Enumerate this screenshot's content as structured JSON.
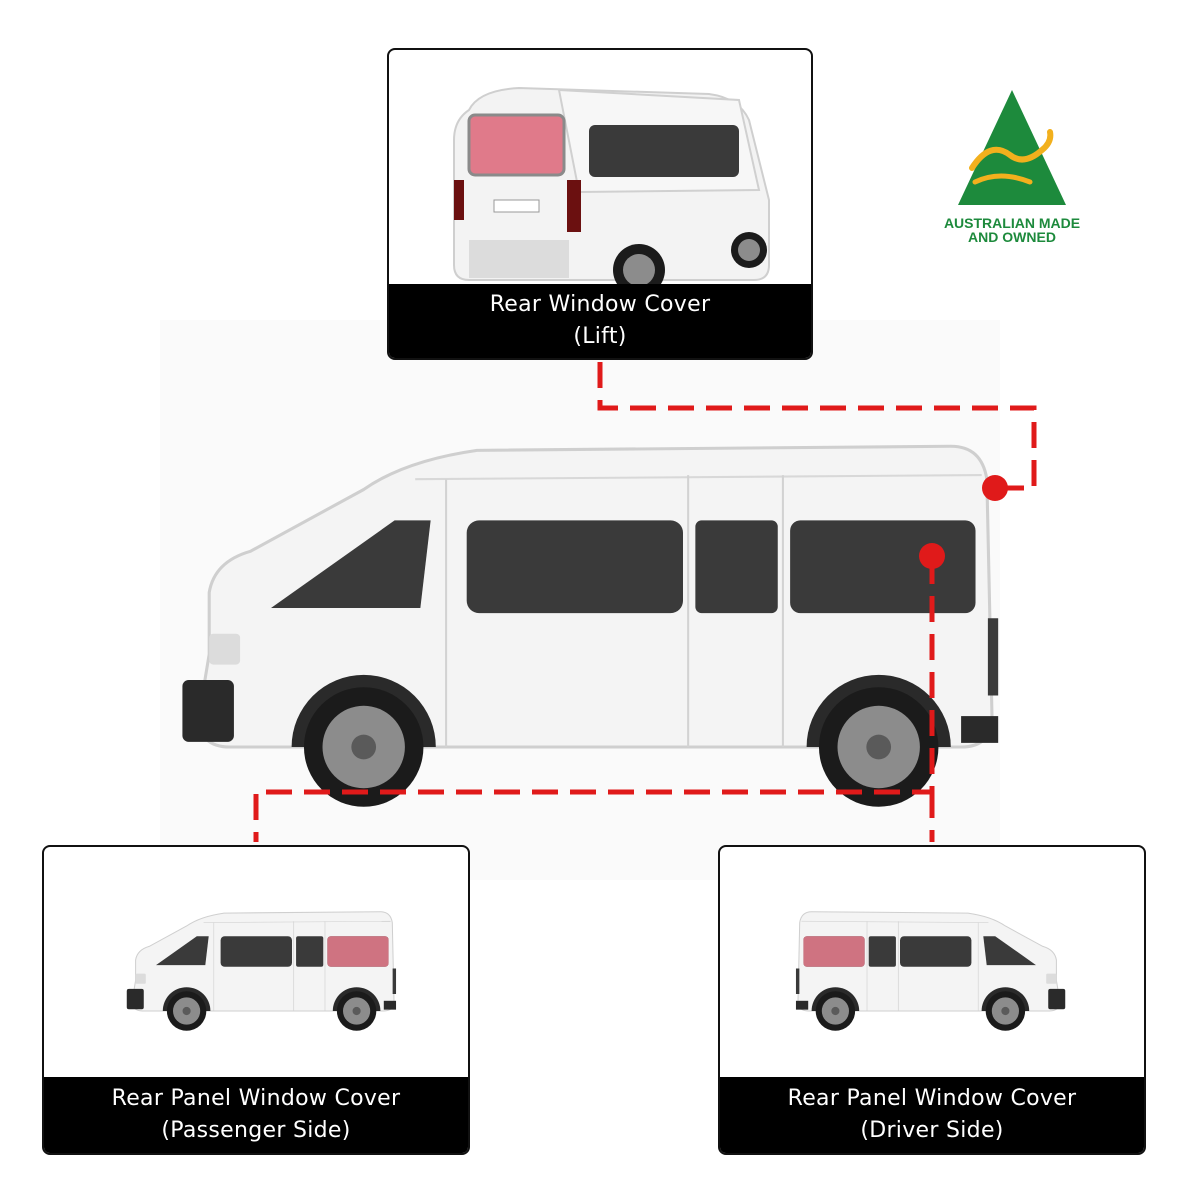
{
  "cards": {
    "rear": {
      "line1": "Rear Window Cover",
      "line2": "(Lift)"
    },
    "passenger": {
      "line1": "Rear Panel Window Cover",
      "line2": "(Passenger Side)"
    },
    "driver": {
      "line1": "Rear Panel Window Cover",
      "line2": "(Driver Side)"
    }
  },
  "logo": {
    "line1": "AUSTRALIAN MADE",
    "line2": "AND OWNED"
  },
  "colors": {
    "accent_red": "#e01a1a",
    "highlight_pink": "#e07a8a",
    "logo_green": "#1d8a3c",
    "logo_gold": "#f2b01d",
    "caption_bg": "#000000"
  }
}
